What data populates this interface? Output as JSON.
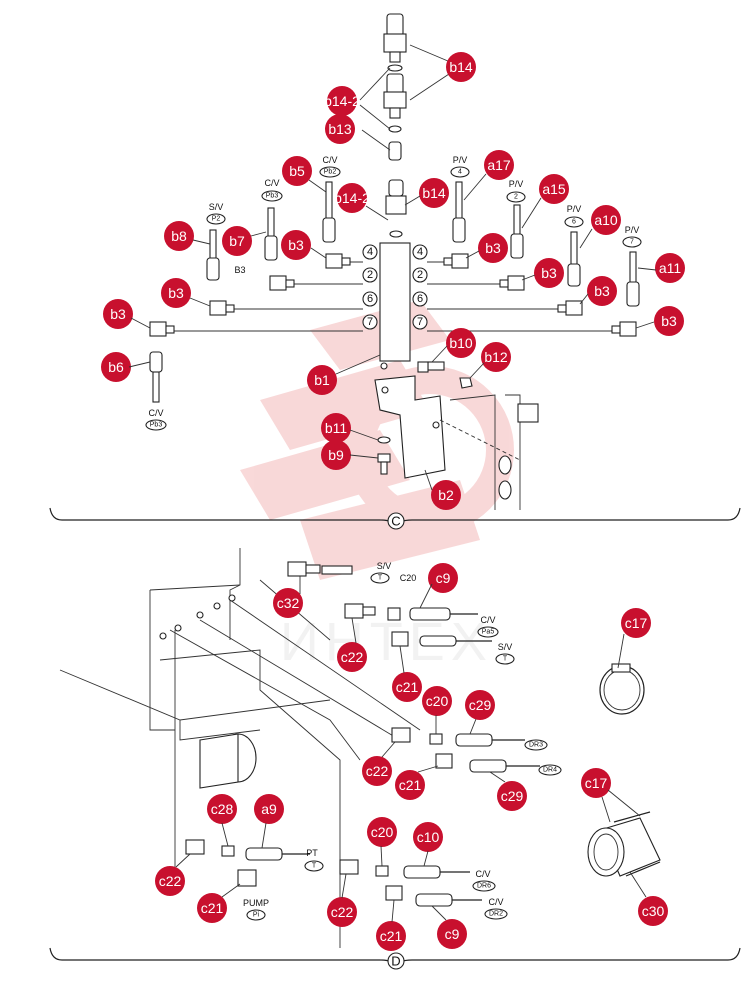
{
  "colors": {
    "callout_fill": "#c8102e",
    "callout_text": "#ffffff",
    "line": "#222222",
    "watermark": "#f4b9b9"
  },
  "watermark": {
    "text": "ИНТЕХ"
  },
  "sections": {
    "upper": "C",
    "lower": "D"
  },
  "callouts": {
    "b14_top": "b14",
    "b14_2_top": "b14-2",
    "b13": "b13",
    "b5": "b5",
    "b14_2_mid": "b14-2",
    "b14_mid": "b14",
    "a17": "a17",
    "a15": "a15",
    "a10": "a10",
    "a11": "a11",
    "b8": "b8",
    "b7": "b7",
    "b3_a": "b3",
    "b3_b": "b3",
    "b3_c": "b3",
    "b3_d": "b3",
    "b3_e": "b3",
    "b3_f": "b3",
    "b3_g": "b3",
    "b6": "b6",
    "b10": "b10",
    "b12": "b12",
    "b1": "b1",
    "b11": "b11",
    "b9": "b9",
    "b2": "b2",
    "c9_a": "c9",
    "c32": "c32",
    "c22_a": "c22",
    "c21_a": "c21",
    "c17_a": "c17",
    "c20_a": "c20",
    "c29_a": "c29",
    "c22_b": "c22",
    "c21_b": "c21",
    "c29_b": "c29",
    "c28": "c28",
    "a9": "a9",
    "c17_b": "c17",
    "c22_c": "c22",
    "c21_c": "c21",
    "c20_b": "c20",
    "c10": "c10",
    "c22_d": "c22",
    "c21_d": "c21",
    "c9_b": "c9",
    "c30": "c30"
  },
  "labels": {
    "cv_pb2": "C/V",
    "cv_pb3": "C/V",
    "sv_p2": "S/V",
    "pv_4": "P/V",
    "pv_2": "P/V",
    "pv_6": "P/V",
    "pv_7": "P/V",
    "b3_text": "B3",
    "cv_pb3_bottom": "C/V",
    "sv_top_d": "S/V",
    "c20_text": "C20",
    "cv_pa5": "C/V",
    "sv_d2": "S/V",
    "pt": "PT",
    "pump": "PUMP",
    "cv_dr6": "C/V",
    "cv_dr2": "C/V"
  },
  "tags": {
    "pb2": "Pb2",
    "pb3": "Pb3",
    "p2": "P2",
    "t4": "4",
    "t2": "2",
    "t6": "6",
    "t7": "7",
    "pb3_bottom": "Pb3",
    "t_sv": "T",
    "pa5": "Pa5",
    "t_sv2": "T",
    "dr3": "DR3",
    "dr4": "DR4",
    "t_pt": "T",
    "pi": "Pi",
    "dr6": "DR6",
    "dr2": "DR2"
  },
  "ports": {
    "l4": "4",
    "r4": "4",
    "l2": "2",
    "r2": "2",
    "l6": "6",
    "r6": "6",
    "l7": "7",
    "r7": "7"
  }
}
